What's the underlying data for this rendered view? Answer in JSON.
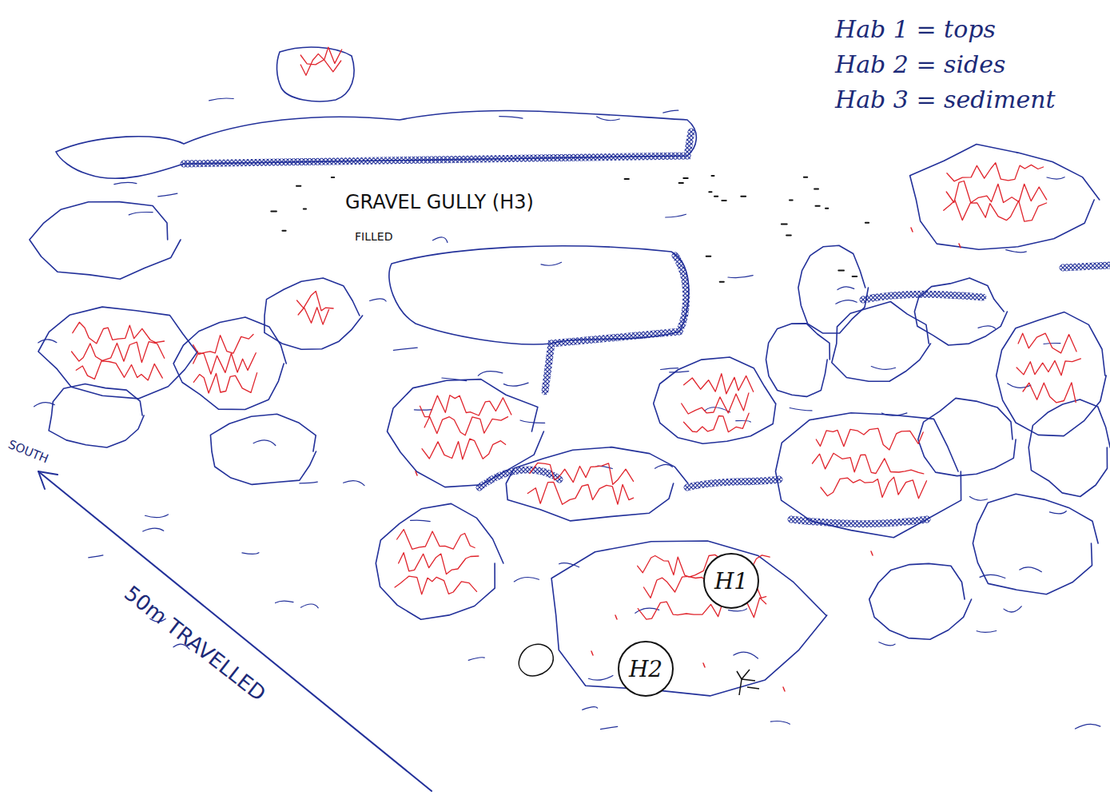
{
  "diagram": {
    "nodes": [
      {
        "text": [
          "H1"
        ]
      },
      {
        "text": [
          "H2"
        ]
      }
    ],
    "labels": [
      "Hab 1 = tops",
      "Hab 2 = sides",
      "Hab 3 = sediment",
      "GRAVEL GULLY (H3)",
      "FILLED",
      "SOUTH",
      "50m TRAVELLED"
    ]
  }
}
